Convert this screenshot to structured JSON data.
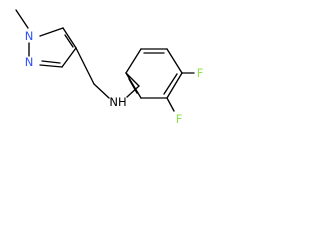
{
  "molecule": {
    "atom_labels": {
      "methyl_n": "N",
      "ring_n": "N",
      "amine": "NH",
      "fluoro_upper": "F",
      "fluoro_lower": "F"
    },
    "colors": {
      "nitrogen": "#3050F8",
      "fluorine": "#90E050",
      "bond": "#000000"
    }
  }
}
